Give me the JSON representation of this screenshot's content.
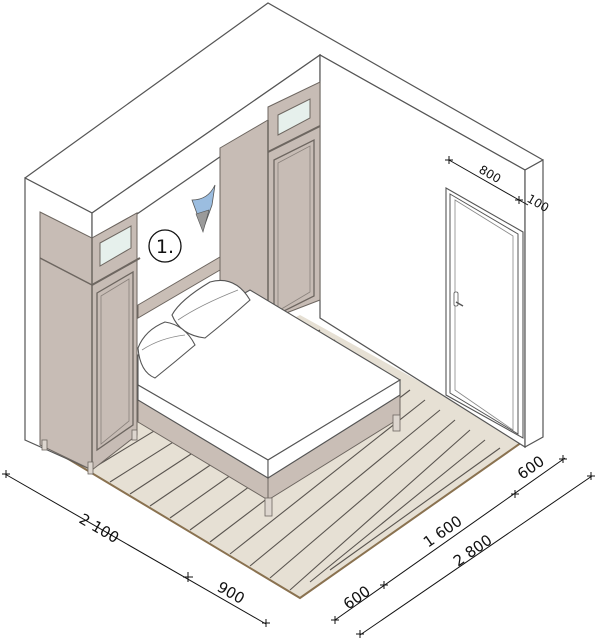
{
  "diagram": {
    "title": "Isometric bedroom plan with built-in wardrobes around the bed",
    "colors": {
      "wall": "#ffffff",
      "wall_stroke": "#555555",
      "cabinet": "#c7bcb5",
      "cabinet_dark": "#b3a79f",
      "cabinet_stroke": "#6d6660",
      "glass": "#e6f0ec",
      "floor": "#e6e0d4",
      "floor_line": "#5a5550",
      "floor_edge": "#8a7250",
      "bed": "#ffffff",
      "bed_base": "#c9beb6",
      "lamp_shade": "#9bbde0",
      "lamp_cone": "#9a9a9a",
      "dimension": "#111111"
    },
    "marker": {
      "label": "1."
    },
    "dimensions": {
      "left_total": "2 100",
      "left_segment": "900",
      "right_left_segment": "600",
      "right_mid_segment": "1 600",
      "right_right_segment": "600",
      "right_total": "2 800",
      "door_width": "800",
      "door_offset": "100"
    },
    "elements": {
      "wardrobe_left": "Left tall wardrobe with top glass cabinet",
      "wardrobe_right": "Right tall wardrobe with top glass cabinet",
      "bed": "Double bed with two pillows",
      "door": "Interior door with handle",
      "wall_lamp": "Wall sconce",
      "floor": "Plank flooring"
    }
  }
}
